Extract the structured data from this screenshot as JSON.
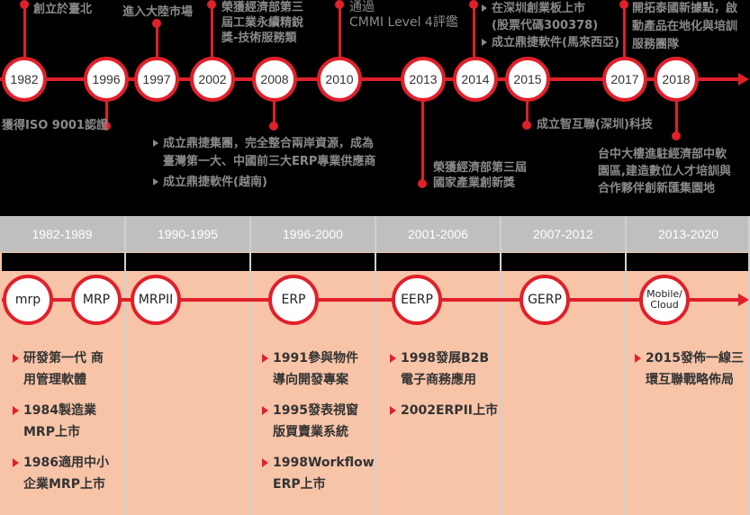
{
  "timeline": {
    "years": [
      "1982",
      "1996",
      "1997",
      "2002",
      "2008",
      "2010",
      "2013",
      "2014",
      "2015",
      "2017",
      "2018"
    ],
    "events": {
      "y1982": "創立於臺北",
      "y1996": "獲得ISO 9001認證",
      "y1997": "進入大陸市場",
      "y2002": [
        "榮獲經濟部第三",
        "屆工業永續精銳",
        "獎-技術服務類"
      ],
      "y2008": [
        "成立鼎捷集團，完全整合兩岸資源，成為",
        "臺灣第一大、中國前三大ERP專業供應商",
        "成立鼎捷軟件(越南)"
      ],
      "y2010": [
        "通過",
        "CMMI Level 4評鑑"
      ],
      "y2013": [
        "榮獲經濟部第三屆",
        "國家產業創新獎"
      ],
      "y2014": [
        "在深圳創業板上市",
        "(股票代碼300378)",
        "成立鼎捷軟件(馬來西亞)"
      ],
      "y2015": "成立智互聯(深圳)科技",
      "y2017": [
        "開拓泰國新據點，啟",
        "動產品在地化與培訓",
        "服務團隊"
      ],
      "y2018": [
        "台中大樓進駐經濟部中軟",
        "園區,建造數位人才培訓與",
        "合作夥伴創新匯集園地"
      ]
    }
  },
  "eras": {
    "periods": [
      "1982-1989",
      "1990-1995",
      "1996-2000",
      "2001-2006",
      "2007-2012",
      "2013-2020"
    ],
    "stages": [
      "mrp",
      "MRP",
      "MRPII",
      "ERP",
      "EERP",
      "GERP",
      "Mobile/\nCloud"
    ],
    "items": {
      "c0": [
        "研發第一代 商\n用管理軟體",
        "1984製造業\nMRP上市",
        "1986適用中小\n企業MRP上市"
      ],
      "c2": [
        "1991參與物件\n導向開發專案",
        "1995發表視窗\n版買賣業系統",
        "1998Workflow\nERP上市"
      ],
      "c3": [
        "1998發展B2B\n電子商務應用",
        "2002ERPII上市"
      ],
      "c5": [
        "2015發佈一線三\n環互聯戰略佈局"
      ]
    }
  },
  "colors": {
    "accent": "#e0202a",
    "header": "#bfbfbf",
    "panel": "#f7c4a8"
  }
}
